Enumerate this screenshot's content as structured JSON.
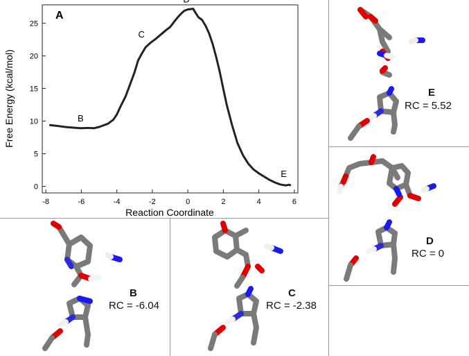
{
  "chart_data": {
    "type": "line",
    "panel_label": "A",
    "xlabel": "Reaction Coordinate",
    "ylabel": "Free Energy (kcal/mol)",
    "xlim": [
      -8.2,
      6.2
    ],
    "ylim": [
      -1,
      27.8
    ],
    "xticks": [
      -8,
      -6,
      -4,
      -2,
      0,
      2,
      4,
      6
    ],
    "yticks": [
      0,
      5,
      10,
      15,
      20,
      25
    ],
    "grid": false,
    "series": [
      {
        "color": "#222222",
        "points": [
          [
            -7.8,
            9.4
          ],
          [
            -7.3,
            9.25
          ],
          [
            -6.9,
            9.1
          ],
          [
            -6.5,
            9.0
          ],
          [
            -6.04,
            8.9
          ],
          [
            -5.6,
            8.95
          ],
          [
            -5.3,
            8.9
          ],
          [
            -5.0,
            9.1
          ],
          [
            -4.8,
            9.3
          ],
          [
            -4.5,
            9.6
          ],
          [
            -4.2,
            10.2
          ],
          [
            -4.0,
            11.0
          ],
          [
            -3.8,
            12.2
          ],
          [
            -3.5,
            13.8
          ],
          [
            -3.2,
            16.0
          ],
          [
            -3.0,
            17.5
          ],
          [
            -2.8,
            19.3
          ],
          [
            -2.6,
            20.3
          ],
          [
            -2.38,
            21.3
          ],
          [
            -2.1,
            22.0
          ],
          [
            -1.8,
            22.6
          ],
          [
            -1.5,
            23.3
          ],
          [
            -1.2,
            24.0
          ],
          [
            -1.0,
            24.4
          ],
          [
            -0.8,
            25.1
          ],
          [
            -0.6,
            25.8
          ],
          [
            -0.4,
            26.4
          ],
          [
            -0.2,
            26.9
          ],
          [
            0.0,
            27.1
          ],
          [
            0.3,
            27.2
          ],
          [
            0.45,
            26.5
          ],
          [
            0.6,
            25.9
          ],
          [
            0.8,
            25.5
          ],
          [
            1.0,
            24.6
          ],
          [
            1.2,
            23.4
          ],
          [
            1.4,
            21.8
          ],
          [
            1.6,
            19.8
          ],
          [
            1.8,
            17.5
          ],
          [
            2.0,
            14.9
          ],
          [
            2.2,
            12.4
          ],
          [
            2.5,
            9.3
          ],
          [
            2.8,
            6.6
          ],
          [
            3.1,
            4.8
          ],
          [
            3.4,
            3.5
          ],
          [
            3.7,
            2.6
          ],
          [
            4.0,
            2.0
          ],
          [
            4.3,
            1.5
          ],
          [
            4.6,
            1.0
          ],
          [
            4.9,
            0.6
          ],
          [
            5.2,
            0.3
          ],
          [
            5.52,
            0.15
          ],
          [
            5.7,
            0.25
          ],
          [
            5.8,
            0.15
          ]
        ]
      }
    ],
    "annotations": [
      {
        "text": "B",
        "x": -6.04,
        "y": 8.9
      },
      {
        "text": "C",
        "x": -2.38,
        "y": 21.3
      },
      {
        "text": "D",
        "x": 0.0,
        "y": 27.1
      },
      {
        "text": "E",
        "x": 5.52,
        "y": 0.15
      }
    ]
  },
  "structures": [
    {
      "id": "B",
      "rc_text": "RC = -6.04"
    },
    {
      "id": "C",
      "rc_text": "RC = -2.38"
    },
    {
      "id": "D",
      "rc_text": "RC = 0"
    },
    {
      "id": "E",
      "rc_text": "RC = 5.52"
    }
  ],
  "colors": {
    "carbon": "#7a7a7a",
    "oxygen": "#e00000",
    "nitrogen": "#1a1aee",
    "hydrogen": "#f2f2f2",
    "curve": "#222222",
    "divider": "#9a9a9a"
  }
}
